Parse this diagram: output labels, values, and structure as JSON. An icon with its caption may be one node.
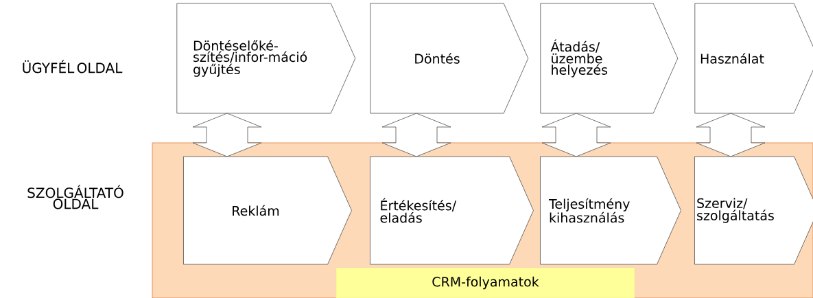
{
  "diagram": {
    "nodes": [
      {
        "text": [
          "Döntéselőké-szítés/infor-máció gyűjtés"
        ]
      },
      {
        "text": [
          "Döntés"
        ]
      },
      {
        "text": [
          "Átadás/ üzembe helyezés"
        ]
      },
      {
        "text": [
          "Használat"
        ]
      },
      {
        "text": [],
        "shape": "box"
      },
      {
        "text": [
          "Reklám"
        ],
        "in": 4
      },
      {
        "text": [
          "Értékesítés/ eladás"
        ],
        "in": 4
      },
      {
        "text": [
          "Teljesítmény kihasználás"
        ],
        "in": 4
      },
      {
        "text": [
          "Szerviz/ szolgáltatás"
        ],
        "in": 4
      },
      {
        "text": [
          "CRM-folyamatok"
        ],
        "in": 4
      }
    ],
    "edges": [
      {
        "from": 0,
        "to": 5,
        "arrow": "both"
      },
      {
        "from": 1,
        "to": 6,
        "arrow": "both"
      },
      {
        "from": 2,
        "to": 7,
        "arrow": "both"
      },
      {
        "from": 3,
        "to": 8,
        "arrow": "both"
      }
    ],
    "labels": [
      "ÜGYFÉL OLDAL",
      "SZOLGÁLTATÓ OLDAL"
    ]
  }
}
